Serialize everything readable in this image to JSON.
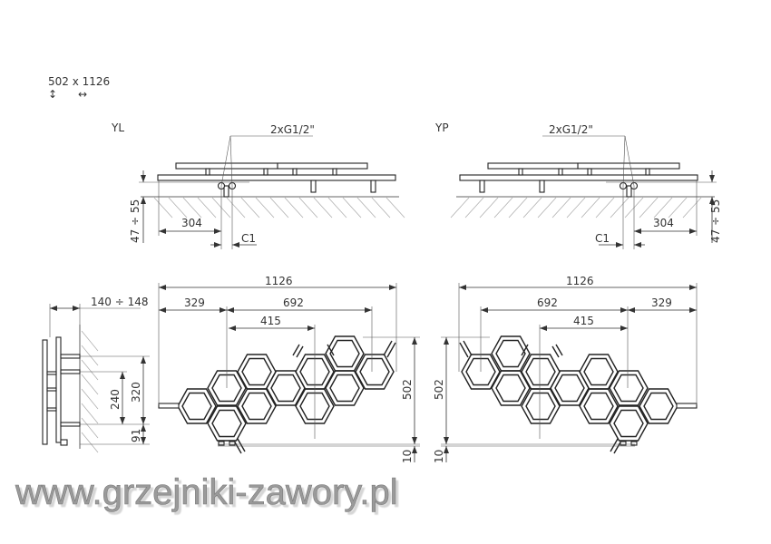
{
  "header": {
    "size_label": "502 x 1126",
    "height_arrow_icon": "↕",
    "width_arrow_icon": "↔"
  },
  "views": {
    "left_label": "YL",
    "right_label": "YP"
  },
  "top_view": {
    "connection": "2xG1/2\"",
    "offset": "304",
    "c1": "C1",
    "wall_distance": "47 ÷ 55"
  },
  "side_view": {
    "depth": "140 ÷ 148",
    "bracket_320": "320",
    "bracket_240": "240",
    "bracket_91": "91"
  },
  "front_view": {
    "width": "1126",
    "dim_329": "329",
    "dim_692": "692",
    "dim_415": "415",
    "height": "502",
    "floor_gap": "10"
  },
  "watermark": "www.grzejniki-zawory.pl"
}
